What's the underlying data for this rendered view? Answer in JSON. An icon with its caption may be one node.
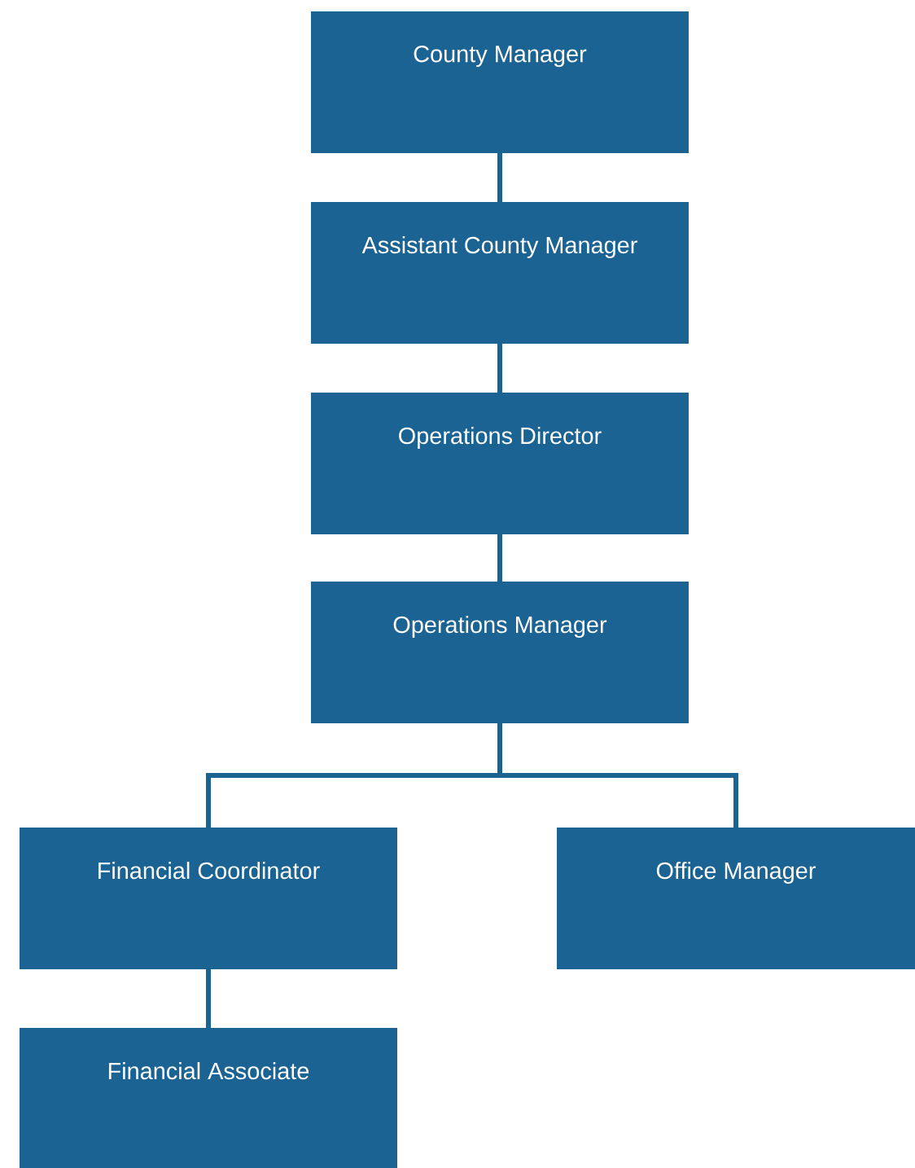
{
  "diagram": {
    "nodes": [
      {
        "text": [
          "County Manager"
        ]
      },
      {
        "text": [
          "Assistant County Manager"
        ]
      },
      {
        "text": [
          "Operations Director"
        ]
      },
      {
        "text": [
          "Operations Manager"
        ]
      },
      {
        "text": [
          "Financial Coordinator"
        ]
      },
      {
        "text": [
          "Office Manager"
        ]
      },
      {
        "text": [
          "Financial Associate"
        ]
      }
    ],
    "edges": [
      {
        "from": 0,
        "to": 1,
        "arrow": "none"
      },
      {
        "from": 1,
        "to": 2,
        "arrow": "none"
      },
      {
        "from": 2,
        "to": 3,
        "arrow": "none"
      },
      {
        "from": 3,
        "to": 4,
        "arrow": "none"
      },
      {
        "from": 3,
        "to": 5,
        "arrow": "none"
      },
      {
        "from": 4,
        "to": 6,
        "arrow": "none"
      }
    ]
  }
}
